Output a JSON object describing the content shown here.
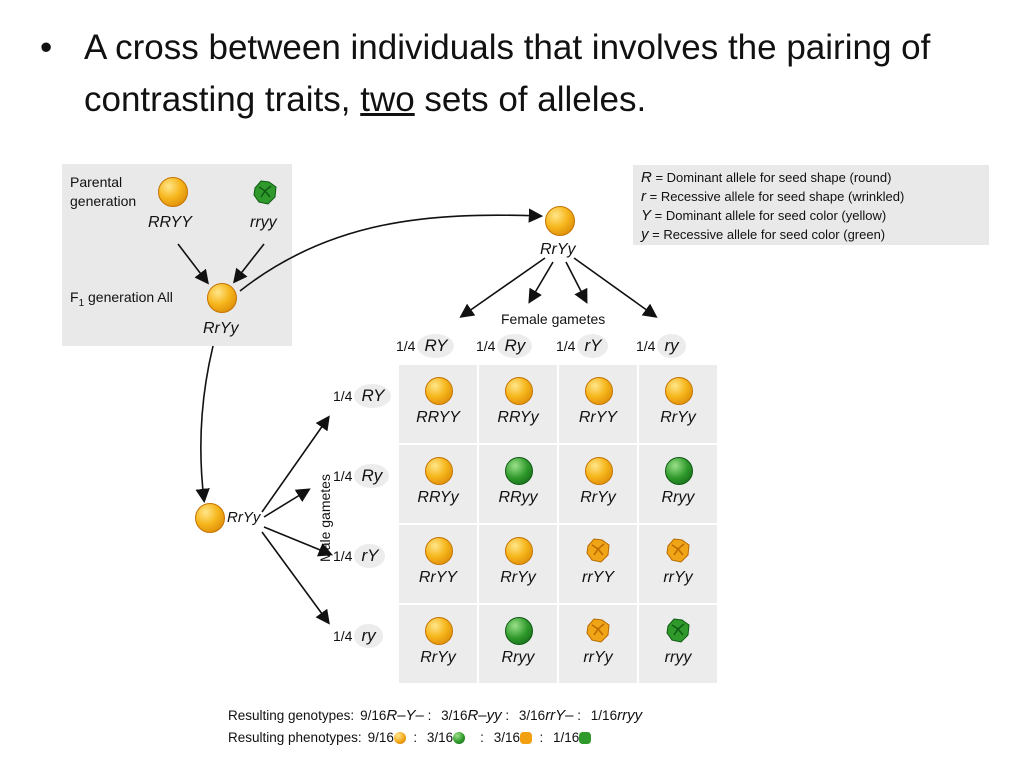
{
  "bullet": {
    "dot": "•",
    "before": "A cross between individuals that involves the pairing of contrasting traits, ",
    "underlined": "two",
    "after": " sets of alleles."
  },
  "parental": {
    "label": "Parental generation",
    "left": "RRYY",
    "right": "rryy"
  },
  "f1": {
    "label_prefix": "F",
    "label_sub": "1",
    "label_suffix": " generation  All",
    "genotype": "RrYy"
  },
  "female_parent": "RrYy",
  "male_parent": "RrYy",
  "legend": [
    {
      "sym": "R",
      "text": " = Dominant allele for seed shape (round)"
    },
    {
      "sym": "r",
      "text": "  = Recessive allele for seed shape (wrinkled)"
    },
    {
      "sym": "Y",
      "text": " = Dominant allele for seed color (yellow)"
    },
    {
      "sym": "y",
      "text": " = Recessive allele for seed color (green)"
    }
  ],
  "female_gametes_label": "Female gametes",
  "male_gametes_label": "Male gametes",
  "gamete_fraction": "1/4",
  "female_gametes": [
    "RY",
    "Ry",
    "rY",
    "ry"
  ],
  "male_gametes": [
    "RY",
    "Ry",
    "rY",
    "ry"
  ],
  "grid": [
    [
      {
        "g": "RRYY",
        "p": "yr"
      },
      {
        "g": "RRYy",
        "p": "yr"
      },
      {
        "g": "RrYY",
        "p": "yr"
      },
      {
        "g": "RrYy",
        "p": "yr"
      }
    ],
    [
      {
        "g": "RRYy",
        "p": "yr"
      },
      {
        "g": "RRyy",
        "p": "gr"
      },
      {
        "g": "RrYy",
        "p": "yr"
      },
      {
        "g": "Rryy",
        "p": "gr"
      }
    ],
    [
      {
        "g": "RrYY",
        "p": "yr"
      },
      {
        "g": "RrYy",
        "p": "yr"
      },
      {
        "g": "rrYY",
        "p": "yw"
      },
      {
        "g": "rrYy",
        "p": "yw"
      }
    ],
    [
      {
        "g": "RrYy",
        "p": "yr"
      },
      {
        "g": "Rryy",
        "p": "gr"
      },
      {
        "g": "rrYy",
        "p": "yw"
      },
      {
        "g": "rryy",
        "p": "gw"
      }
    ]
  ],
  "results": {
    "genotypes_label": "Resulting genotypes:",
    "genotypes": [
      {
        "frac": "9/16",
        "geno": "R–Y–",
        "sep": " : "
      },
      {
        "frac": "3/16",
        "geno": "R–yy",
        "sep": " : "
      },
      {
        "frac": "3/16",
        "geno": "rrY–",
        "sep": " : "
      },
      {
        "frac": "1/16",
        "geno": "rryy",
        "sep": ""
      }
    ],
    "phenotypes_label": "Resulting phenotypes:",
    "phenotypes": [
      {
        "frac": "9/16",
        "kind": "yr",
        "sep": "  : "
      },
      {
        "frac": "3/16",
        "kind": "gr",
        "sep": "    : "
      },
      {
        "frac": "3/16",
        "kind": "yw",
        "sep": "  : "
      },
      {
        "frac": "1/16",
        "kind": "gw",
        "sep": ""
      }
    ]
  },
  "colors": {
    "yellow": "#f6b61c",
    "green": "#2f9a2b",
    "panel": "#e9e9e9"
  }
}
